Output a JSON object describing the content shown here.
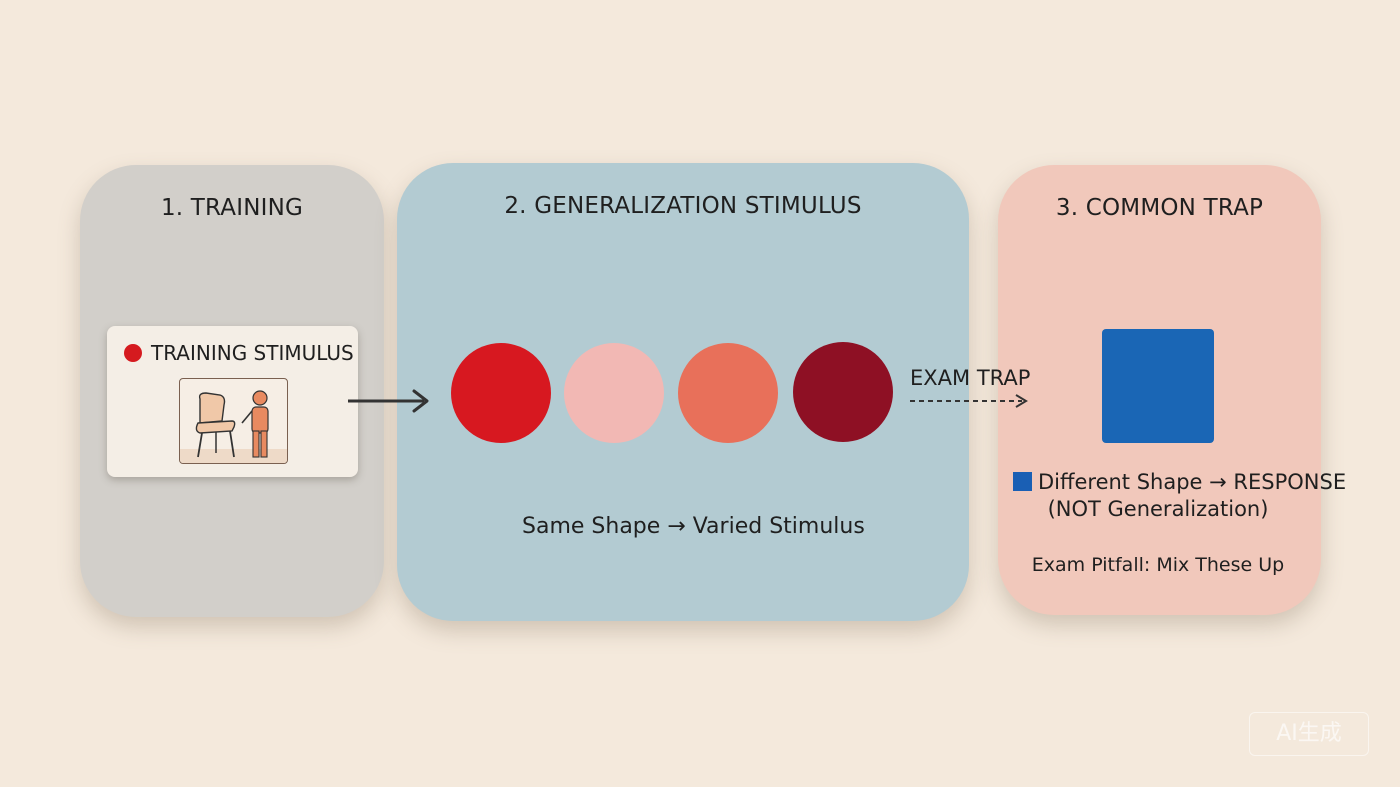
{
  "panels": {
    "training": {
      "title": "1. TRAINING",
      "stimulus_label": "TRAINING STIMULUS"
    },
    "generalization": {
      "title": "2. GENERALIZATION STIMULUS",
      "caption": "Same Shape → Varied Stimulus",
      "circle_colors": [
        "#d71820",
        "#f2b8b4",
        "#e8705a",
        "#8e1024"
      ]
    },
    "trap": {
      "title": "3. COMMON TRAP",
      "line1": "Different Shape → RESPONSE",
      "line2": "(NOT Generalization)",
      "pitfall": "Exam Pitfall: Mix These Up"
    }
  },
  "connector": {
    "exam_trap_label": "EXAM TRAP"
  },
  "watermark": "AI生成",
  "colors": {
    "background": "#f4e9dc",
    "training_panel": "#d2cfca",
    "generalization_panel": "#b3cbd2",
    "trap_panel": "#f1c8bb",
    "training_dot": "#d51a1f",
    "trap_square": "#1a66b5"
  },
  "icons": [
    "chair-icon",
    "person-icon",
    "arrow-right-icon",
    "dashed-arrow-icon"
  ]
}
